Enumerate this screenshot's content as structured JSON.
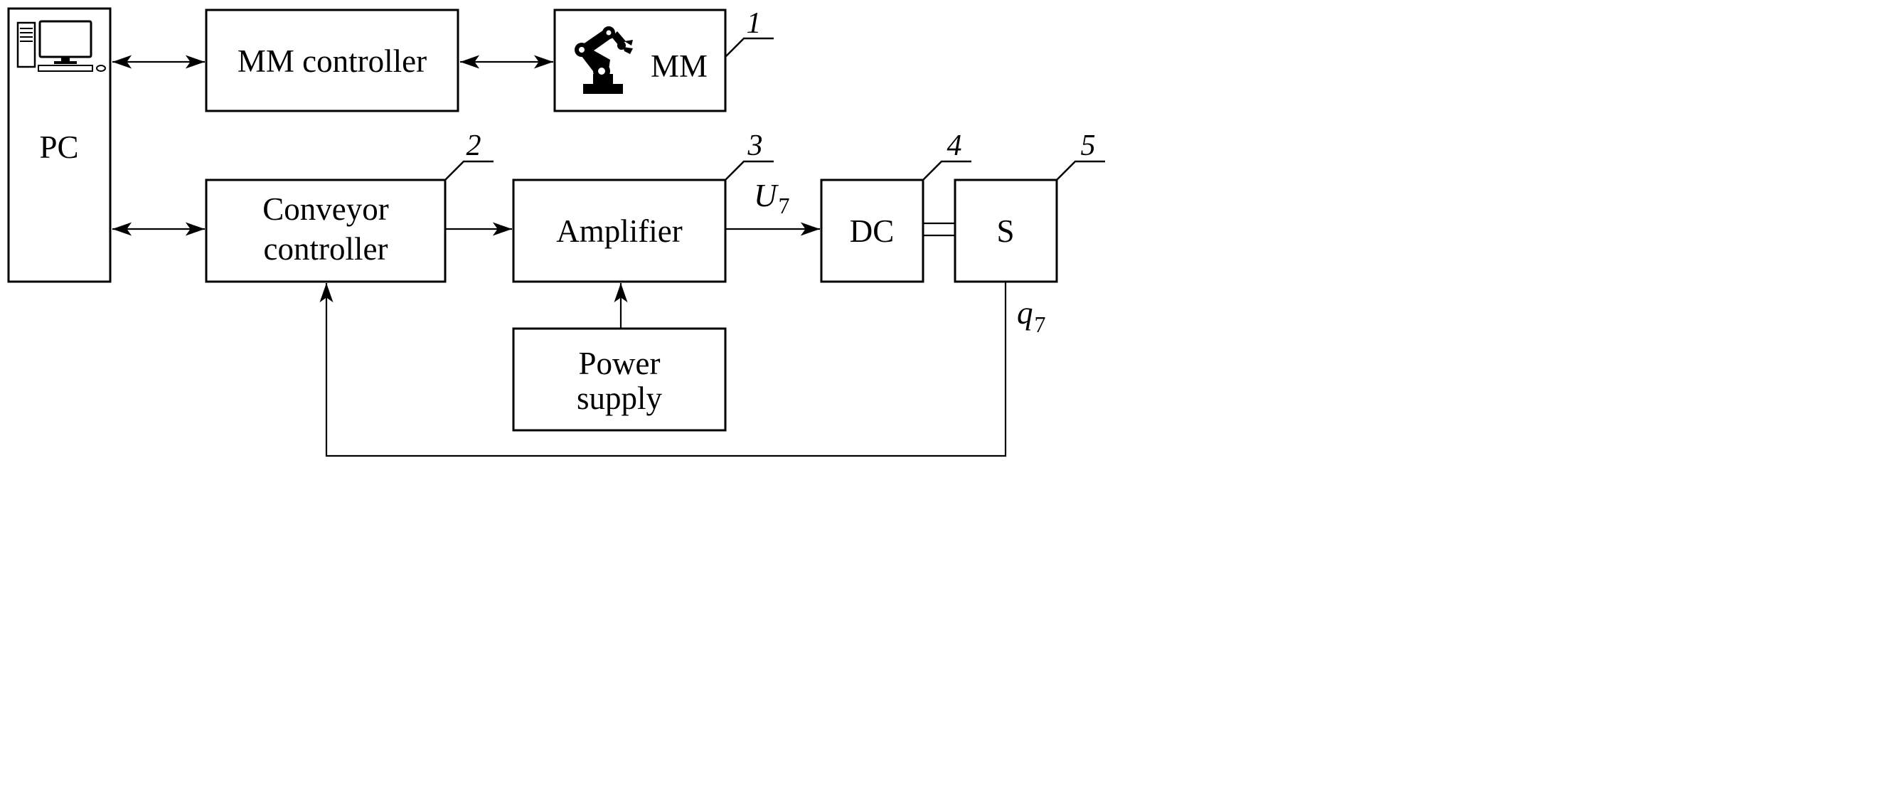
{
  "blocks": {
    "pc": "PC",
    "mm_controller": "MM controller",
    "mm": "MM",
    "conveyor_controller_line1": "Conveyor",
    "conveyor_controller_line2": "controller",
    "amplifier": "Amplifier",
    "power_supply_line1": "Power",
    "power_supply_line2": "supply",
    "dc": "DC",
    "s": "S"
  },
  "numbers": [
    "1",
    "2",
    "3",
    "4",
    "5"
  ],
  "signals": {
    "u_symbol": "U",
    "u_subscript": "7",
    "q_symbol": "q",
    "q_subscript": "7"
  },
  "icons": {
    "pc": "desktop-computer-icon",
    "mm": "robot-arm-icon"
  }
}
